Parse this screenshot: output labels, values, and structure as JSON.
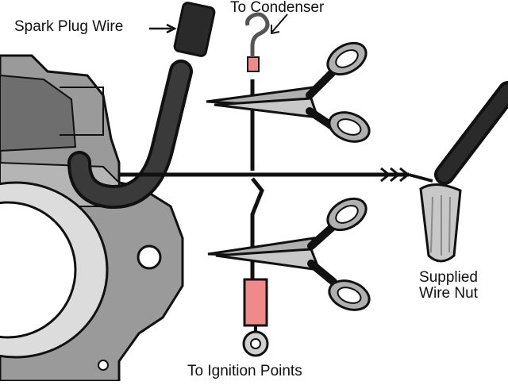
{
  "labels": {
    "spark_plug_wire": "Spark Plug Wire",
    "to_condenser": "To Condenser",
    "to_ignition_points": "To Ignition Points",
    "supplied_wire_nut_line1": "Supplied",
    "supplied_wire_nut_line2": "Wire Nut"
  },
  "colors": {
    "engine_gray": "#9a9a9a",
    "engine_dark": "#6e6e6e",
    "wire_black": "#1a1a1a",
    "terminal_pink": "#f08a8a",
    "scissors_gray": "#b0b0b0",
    "wire_nut_gray": "#c8c8c8"
  }
}
